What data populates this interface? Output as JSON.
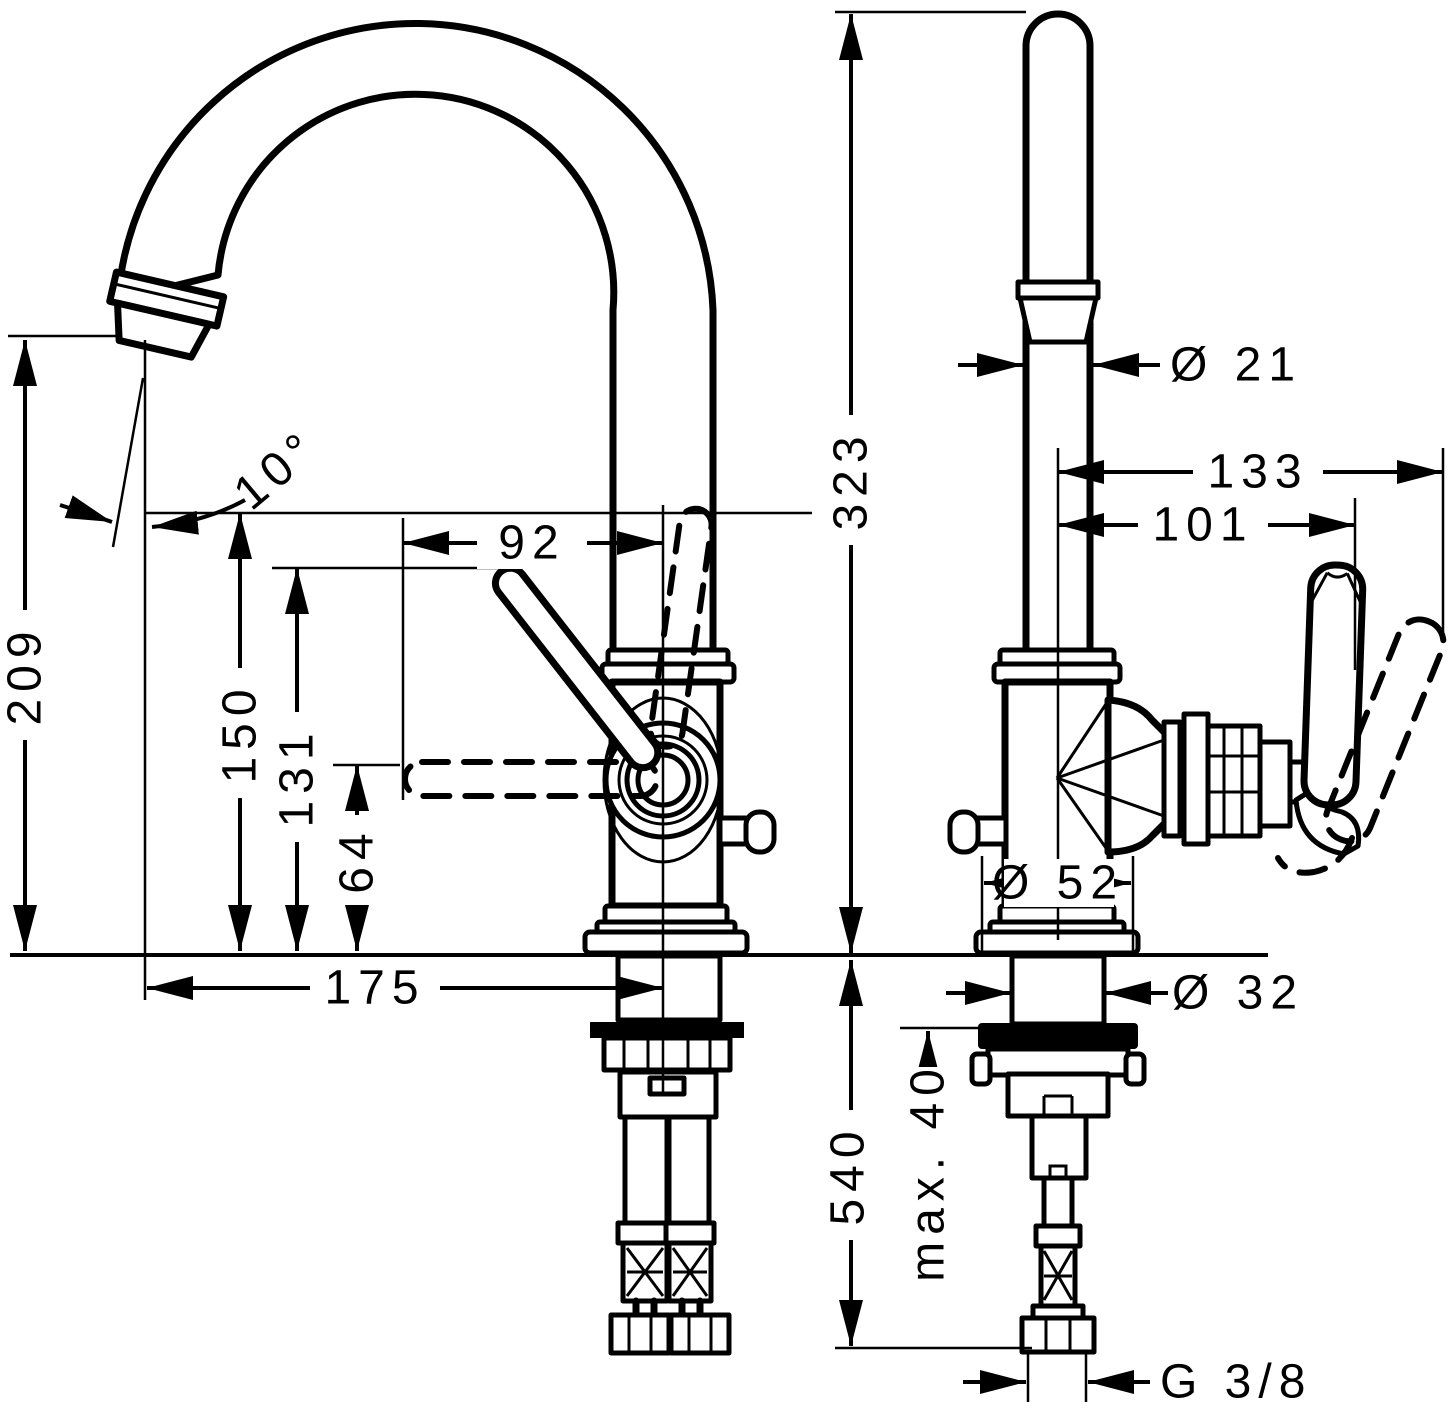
{
  "style": {
    "background": "#ffffff",
    "line_color": "#000000"
  },
  "dims": {
    "d209": {
      "label": "209"
    },
    "a10": {
      "label": "10°"
    },
    "d92": {
      "label": "92"
    },
    "d150": {
      "label": "150"
    },
    "d131": {
      "label": "131"
    },
    "d64": {
      "label": "64"
    },
    "d175": {
      "label": "175"
    },
    "d323": {
      "label": "323"
    },
    "d21": {
      "label": "Ø 21"
    },
    "d133": {
      "label": "133"
    },
    "d101": {
      "label": "101"
    },
    "d52": {
      "label": "Ø 52"
    },
    "d32": {
      "label": "Ø 32"
    },
    "d540": {
      "label": "540"
    },
    "dmax40": {
      "label": "max. 40"
    },
    "g38": {
      "label": "G 3/8"
    }
  }
}
